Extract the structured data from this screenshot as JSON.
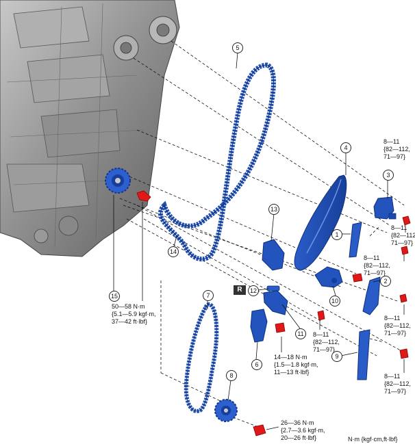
{
  "callouts": {
    "c1": "1",
    "c2": "2",
    "c3": "3",
    "c4": "4",
    "c5": "5",
    "c6": "6",
    "c7": "7",
    "c8": "8",
    "c9": "9",
    "c10": "10",
    "c11": "11",
    "c12": "12",
    "c13": "13",
    "c14": "14",
    "c15": "15"
  },
  "reuse_mark": "R",
  "torque": {
    "bolt_top_right": "8—11\n{82—112,\n71—97}",
    "bolt_3": "8—11\n{82—112,\n71—97}",
    "bolt_1": "8—11\n{82—112,\n71—97}",
    "bolt_2": "8—11\n{82—112,\n71—97}",
    "bolt_9": "8—11\n{82—112,\n71—97}",
    "bolt_11": "8—11\n{82—112,\n71—97}",
    "bolt_6": "14—18 N·m\n{1.5—1.8 kgf·m,\n11—13 ft·lbf}",
    "bolt_15": "50—58 N·m\n{5.1—5.9 kgf·m,\n37—42 ft·lbf}",
    "bolt_8": "26—36 N·m\n{2.7—3.6 kgf·m,\n20—26 ft·lbf}"
  },
  "units_note": "N·m {kgf·cm,ft·lbf}",
  "colors": {
    "part_blue": "#1f4fb4",
    "part_blue_light": "#4a78d6",
    "bolt_red": "#e01818",
    "engine_gray": "#9a9a9a"
  },
  "icons": {
    "engine": "engine-block-illustration",
    "bolt": "red-bolt-icon",
    "chain": "timing-chain"
  }
}
